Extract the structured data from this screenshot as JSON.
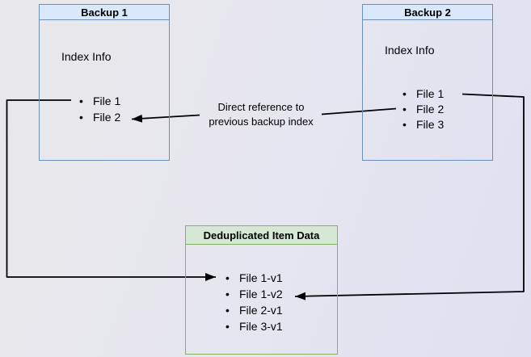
{
  "colors": {
    "box_blue_fill": "#dae8fc",
    "box_blue_border": "#6c8ebf",
    "box_green_fill": "#d5e8d4",
    "box_green_border": "#82b366",
    "arrow_color": "#000000",
    "canvas_gradient_start": "#e9e8ea",
    "canvas_gradient_end": "#dfe0f1"
  },
  "backup1": {
    "title": "Backup 1",
    "body_label": "Index Info",
    "files": [
      "File 1",
      "File 2"
    ]
  },
  "backup2": {
    "title": "Backup 2",
    "body_label": "Index Info",
    "files": [
      "File 1",
      "File 2",
      "File 3"
    ]
  },
  "dedup": {
    "title": "Deduplicated Item Data",
    "files": [
      "File 1-v1",
      "File 1-v2",
      "File 2-v1",
      "File 3-v1"
    ]
  },
  "edge_label": {
    "text": "Direct reference to previous backup index"
  }
}
